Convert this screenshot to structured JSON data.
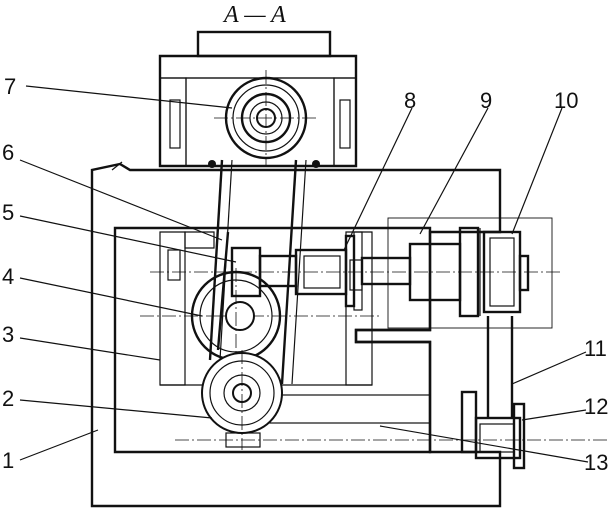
{
  "title": "A — A",
  "labels": {
    "l1": "1",
    "l2": "2",
    "l3": "3",
    "l4": "4",
    "l5": "5",
    "l6": "6",
    "l7": "7",
    "l8": "8",
    "l9": "9",
    "l10": "10",
    "l11": "11",
    "l12": "12",
    "l13": "13"
  },
  "colors": {
    "ink": "#111111",
    "paper": "#ffffff"
  }
}
